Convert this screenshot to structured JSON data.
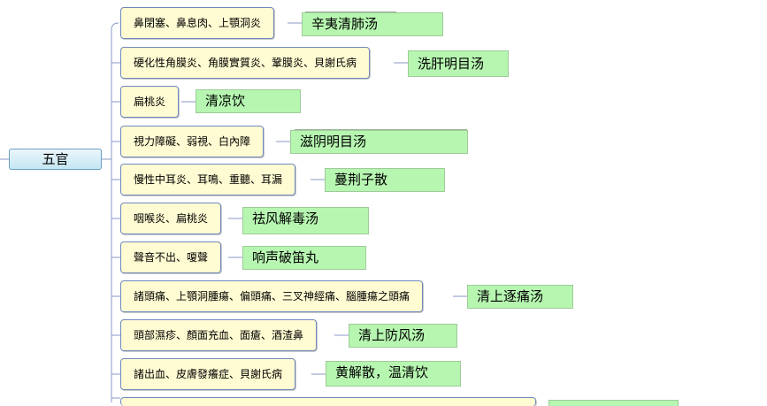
{
  "root": {
    "label": "五官"
  },
  "branches": [
    {
      "symptoms": "鼻閉塞、鼻息肉、上顎洞炎",
      "remedy": "辛夷清肺汤"
    },
    {
      "symptoms": "硬化性角膜炎、角膜實質炎、鞏膜炎、貝謝氏病",
      "remedy": "洗肝明目汤"
    },
    {
      "symptoms": "扁桃炎",
      "remedy": "清凉饮"
    },
    {
      "symptoms": "視力障礙、弱視、白內障",
      "remedy": "滋阴明目汤"
    },
    {
      "symptoms": "慢性中耳炎、耳鳴、重聽、耳漏",
      "remedy": "蔓荆子散"
    },
    {
      "symptoms": "咽喉炎、扁桃炎",
      "remedy": "祛风解毒汤"
    },
    {
      "symptoms": "聲音不出、嗄聲",
      "remedy": "响声破笛丸"
    },
    {
      "symptoms": "諸頭痛、上顎洞腫瘍、偏頭痛、三叉神經痛、腦腫瘍之頭痛",
      "remedy": "清上逐痛汤"
    },
    {
      "symptoms": "頭部濕疹、顏面充血、面瘡、酒渣鼻",
      "remedy": "清上防风汤"
    },
    {
      "symptoms": "諸出血、皮膚發癢症、貝謝氏病",
      "remedy": "黄解散，温清饮"
    }
  ],
  "colors": {
    "root_fill": "#c4e6f3",
    "symptom_fill": "#fffbd2",
    "symptom_border": "#7088bd",
    "remedy_fill": "#b7f6b1",
    "connector": "#8a9ac7"
  }
}
